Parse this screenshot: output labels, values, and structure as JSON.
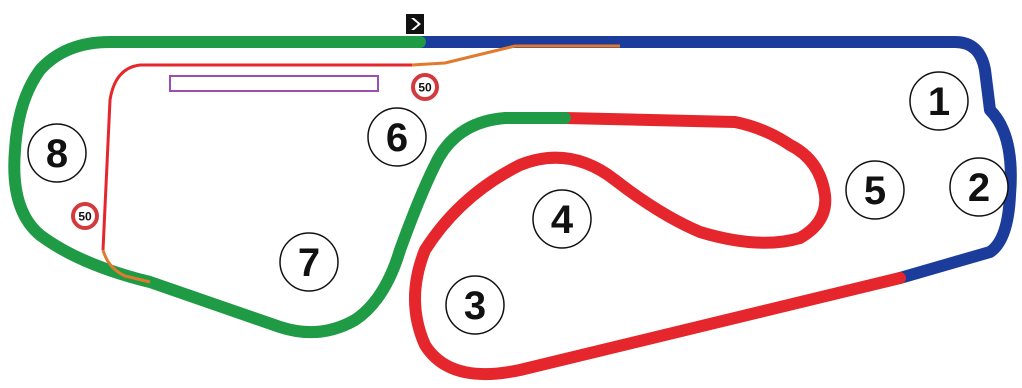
{
  "colors": {
    "blue": "#1b3c9a",
    "green": "#1f9a45",
    "red": "#e5262c",
    "orange": "#e07a2e",
    "purple": "#9b4fb0",
    "sign_ring": "#d23a3e",
    "text": "#111111"
  },
  "icons": {
    "start_flag": "chevron-right-icon"
  },
  "corners": [
    {
      "id": "1",
      "label": "1"
    },
    {
      "id": "2",
      "label": "2"
    },
    {
      "id": "3",
      "label": "3"
    },
    {
      "id": "4",
      "label": "4"
    },
    {
      "id": "5",
      "label": "5"
    },
    {
      "id": "6",
      "label": "6"
    },
    {
      "id": "7",
      "label": "7"
    },
    {
      "id": "8",
      "label": "8"
    }
  ],
  "speed_limits": [
    {
      "id": "top",
      "value": "50"
    },
    {
      "id": "left",
      "value": "50"
    }
  ]
}
